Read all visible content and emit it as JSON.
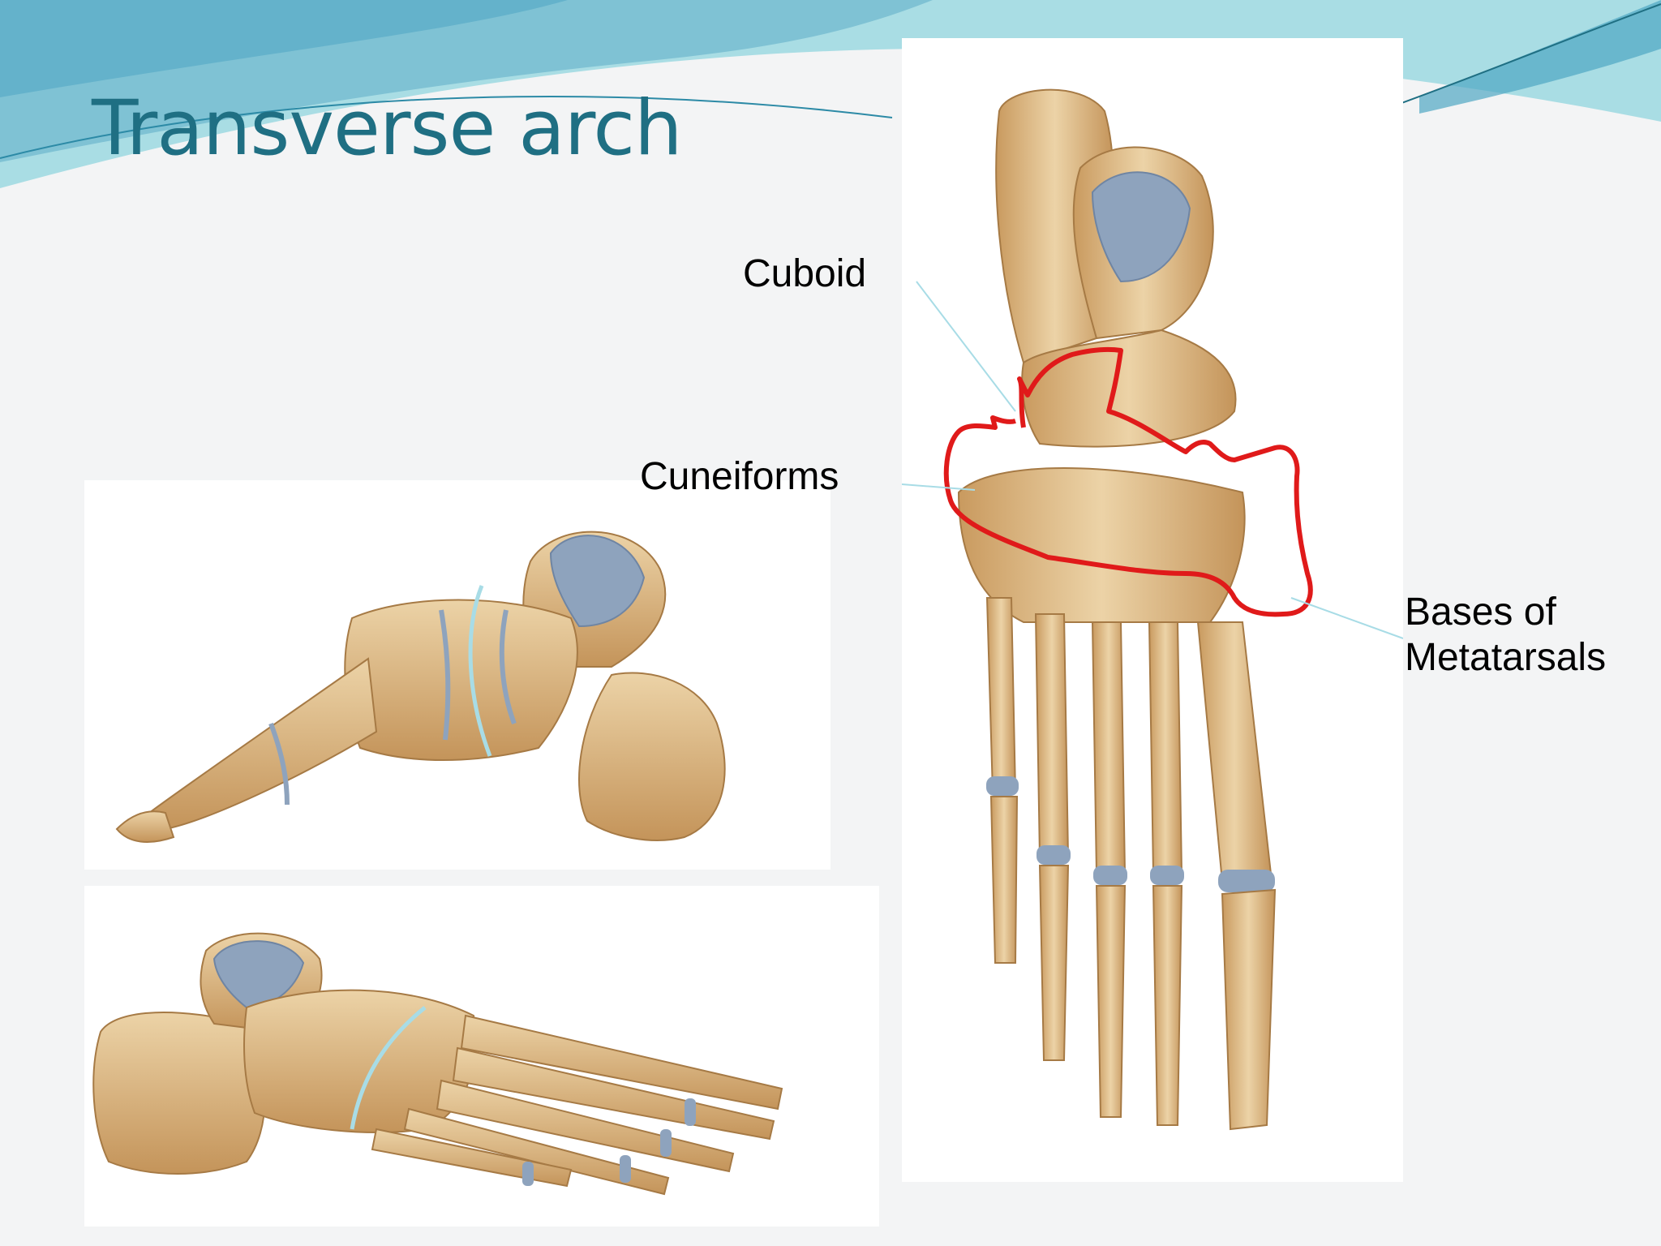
{
  "slide": {
    "title": "Transverse arch",
    "colors": {
      "title": "#1f6f83",
      "header_wave_light": "#a9dde4",
      "header_wave_mid": "#7fc2d4",
      "header_wave_dark": "#4ea6c3",
      "background": "#f3f4f5",
      "outline": "#e01a1a",
      "pointer_line": "#a8dce6",
      "bone": "#d9b27c",
      "cartilage": "#8ea3bd"
    }
  },
  "figures": {
    "dorsal_view": {
      "icon": "foot-skeleton-dorsal-icon",
      "labels": {
        "cuboid": "Cuboid",
        "cuneiforms": "Cuneiforms",
        "metatarsal_bases_line1": "Bases of",
        "metatarsal_bases_line2": "Metatarsals"
      }
    },
    "medial_view": {
      "icon": "foot-skeleton-medial-icon"
    },
    "lateral_view": {
      "icon": "foot-skeleton-lateral-icon"
    }
  }
}
